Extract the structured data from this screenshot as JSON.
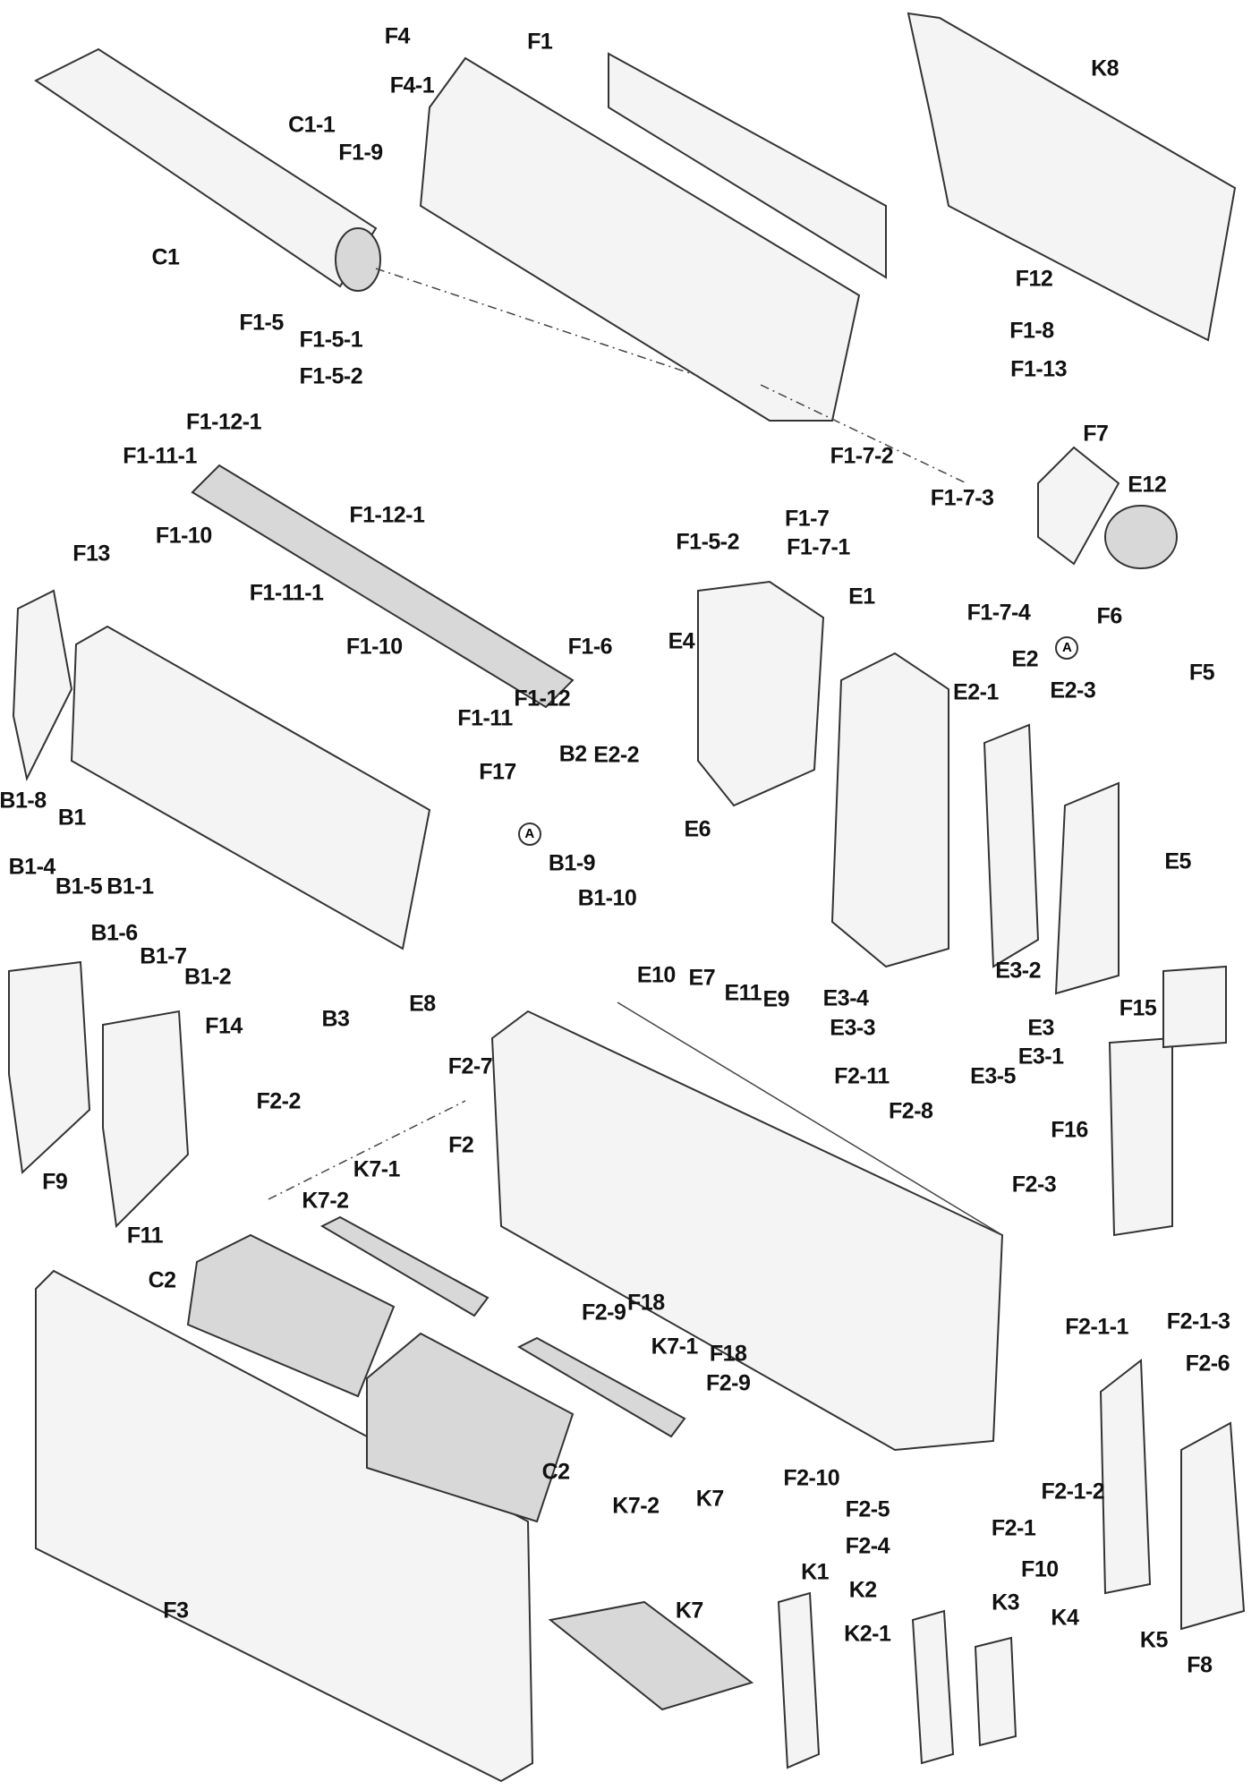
{
  "labels": [
    "F4",
    "F1",
    "F4-1",
    "C1-1",
    "F1-9",
    "K8",
    "C1",
    "F12",
    "F1-5",
    "F1-5-1",
    "F1-8",
    "F1-13",
    "F1-5-2",
    "F1-12-1",
    "F1-11-1",
    "F7",
    "E12",
    "F1-7-2",
    "F1-12-1",
    "F1-7",
    "F1-7-3",
    "F1-7-1",
    "F1-5-2",
    "F13",
    "F1-10",
    "F1-11-1",
    "F1-7-4",
    "F6",
    "F1-6",
    "F1-10",
    "F5",
    "E4",
    "E1",
    "F1-11",
    "F1-12",
    "E2",
    "E2-1",
    "E2-3",
    "F17",
    "B2",
    "E2-2",
    "B1-8",
    "B1",
    "E6",
    "E5",
    "B1-4",
    "B1-9",
    "B1-5",
    "B1-1",
    "B1-10",
    "B1-6",
    "B1-7",
    "B1-2",
    "E10",
    "E7",
    "E11",
    "E9",
    "E3-4",
    "E3-2",
    "B3",
    "E8",
    "F14",
    "E3-3",
    "E3",
    "E3-1",
    "F15",
    "F2-7",
    "E3-5",
    "F2-11",
    "F2-8",
    "F16",
    "F2-2",
    "F2",
    "F9",
    "F2-3",
    "K7-1",
    "K7-2",
    "F11",
    "C2",
    "F2-9",
    "F18",
    "F2-1-1",
    "F2-1-3",
    "K7-1",
    "F18",
    "F2-9",
    "F2-6",
    "C2",
    "K7-2",
    "K7",
    "F2-10",
    "F2-5",
    "F2-1-2",
    "F2-1",
    "F2-4",
    "F10",
    "F3",
    "K7",
    "K1",
    "K2",
    "K3",
    "K4",
    "K5",
    "K2-1",
    "F8"
  ],
  "reference_marks": [
    "A",
    "A"
  ]
}
